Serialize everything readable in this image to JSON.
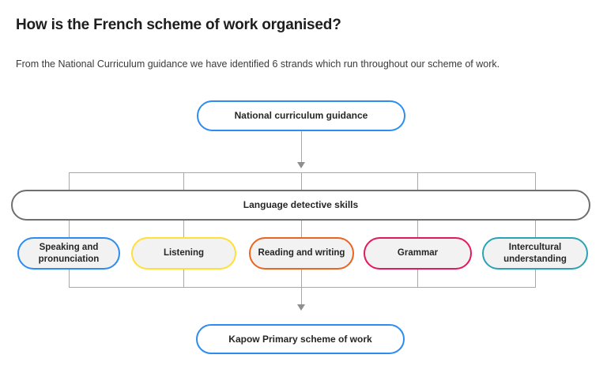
{
  "page": {
    "title": "How is the French scheme of work organised?",
    "subtitle": "From the National Curriculum guidance we have identified 6 strands which run throughout our scheme of work."
  },
  "diagram": {
    "root_node": {
      "label": "National curriculum guidance",
      "border_color": "#2d8cf0",
      "fill": "#ffffff"
    },
    "middle_node": {
      "label": "Language detective skills",
      "border_color": "#6f6f6f",
      "fill": "#ffffff"
    },
    "strands": [
      {
        "label": "Speaking and pronunciation",
        "border_color": "#2d8cf0",
        "fill": "#f2f2f2"
      },
      {
        "label": "Listening",
        "border_color": "#ffdf3a",
        "fill": "#f2f2f2"
      },
      {
        "label": "Reading and writing",
        "border_color": "#eb6420",
        "fill": "#f2f2f2"
      },
      {
        "label": "Grammar",
        "border_color": "#e01a5b",
        "fill": "#f2f2f2"
      },
      {
        "label": "Intercultural understanding",
        "border_color": "#2aa3b4",
        "fill": "#f2f2f2"
      }
    ],
    "output_node": {
      "label": "Kapow Primary scheme of work",
      "border_color": "#2d8cf0",
      "fill": "#ffffff"
    },
    "connector_color": "#a8a8a8",
    "text_color": "#262626"
  }
}
